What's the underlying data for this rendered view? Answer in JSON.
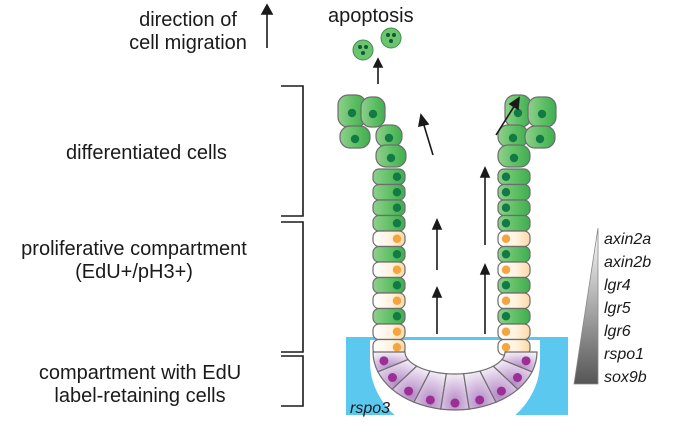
{
  "labels": {
    "direction_line1": "direction of",
    "direction_line2": "cell migration",
    "apoptosis": "apoptosis",
    "differentiated": "differentiated cells",
    "proliferative_line1": "proliferative compartment",
    "proliferative_line2": "(EdU+/pH3+)",
    "compartment_line1": "compartment with EdU",
    "compartment_line2": "label-retaining cells",
    "rspo3": "rspo3"
  },
  "genes": [
    "axin2a",
    "axin2b",
    "lgr4",
    "lgr5",
    "lgr6",
    "rspo1",
    "sox9b"
  ],
  "colors": {
    "green_light": "#a6d9a4",
    "green_mid": "#5cbf63",
    "green_nucleus": "#137a45",
    "orange_nucleus": "#f4a540",
    "purple_light": "#eadcf0",
    "purple_mid": "#b992c9",
    "purple_nucleus": "#9b2f93",
    "niche_blue": "#5bc8f0",
    "outline": "#6d6d6d"
  }
}
